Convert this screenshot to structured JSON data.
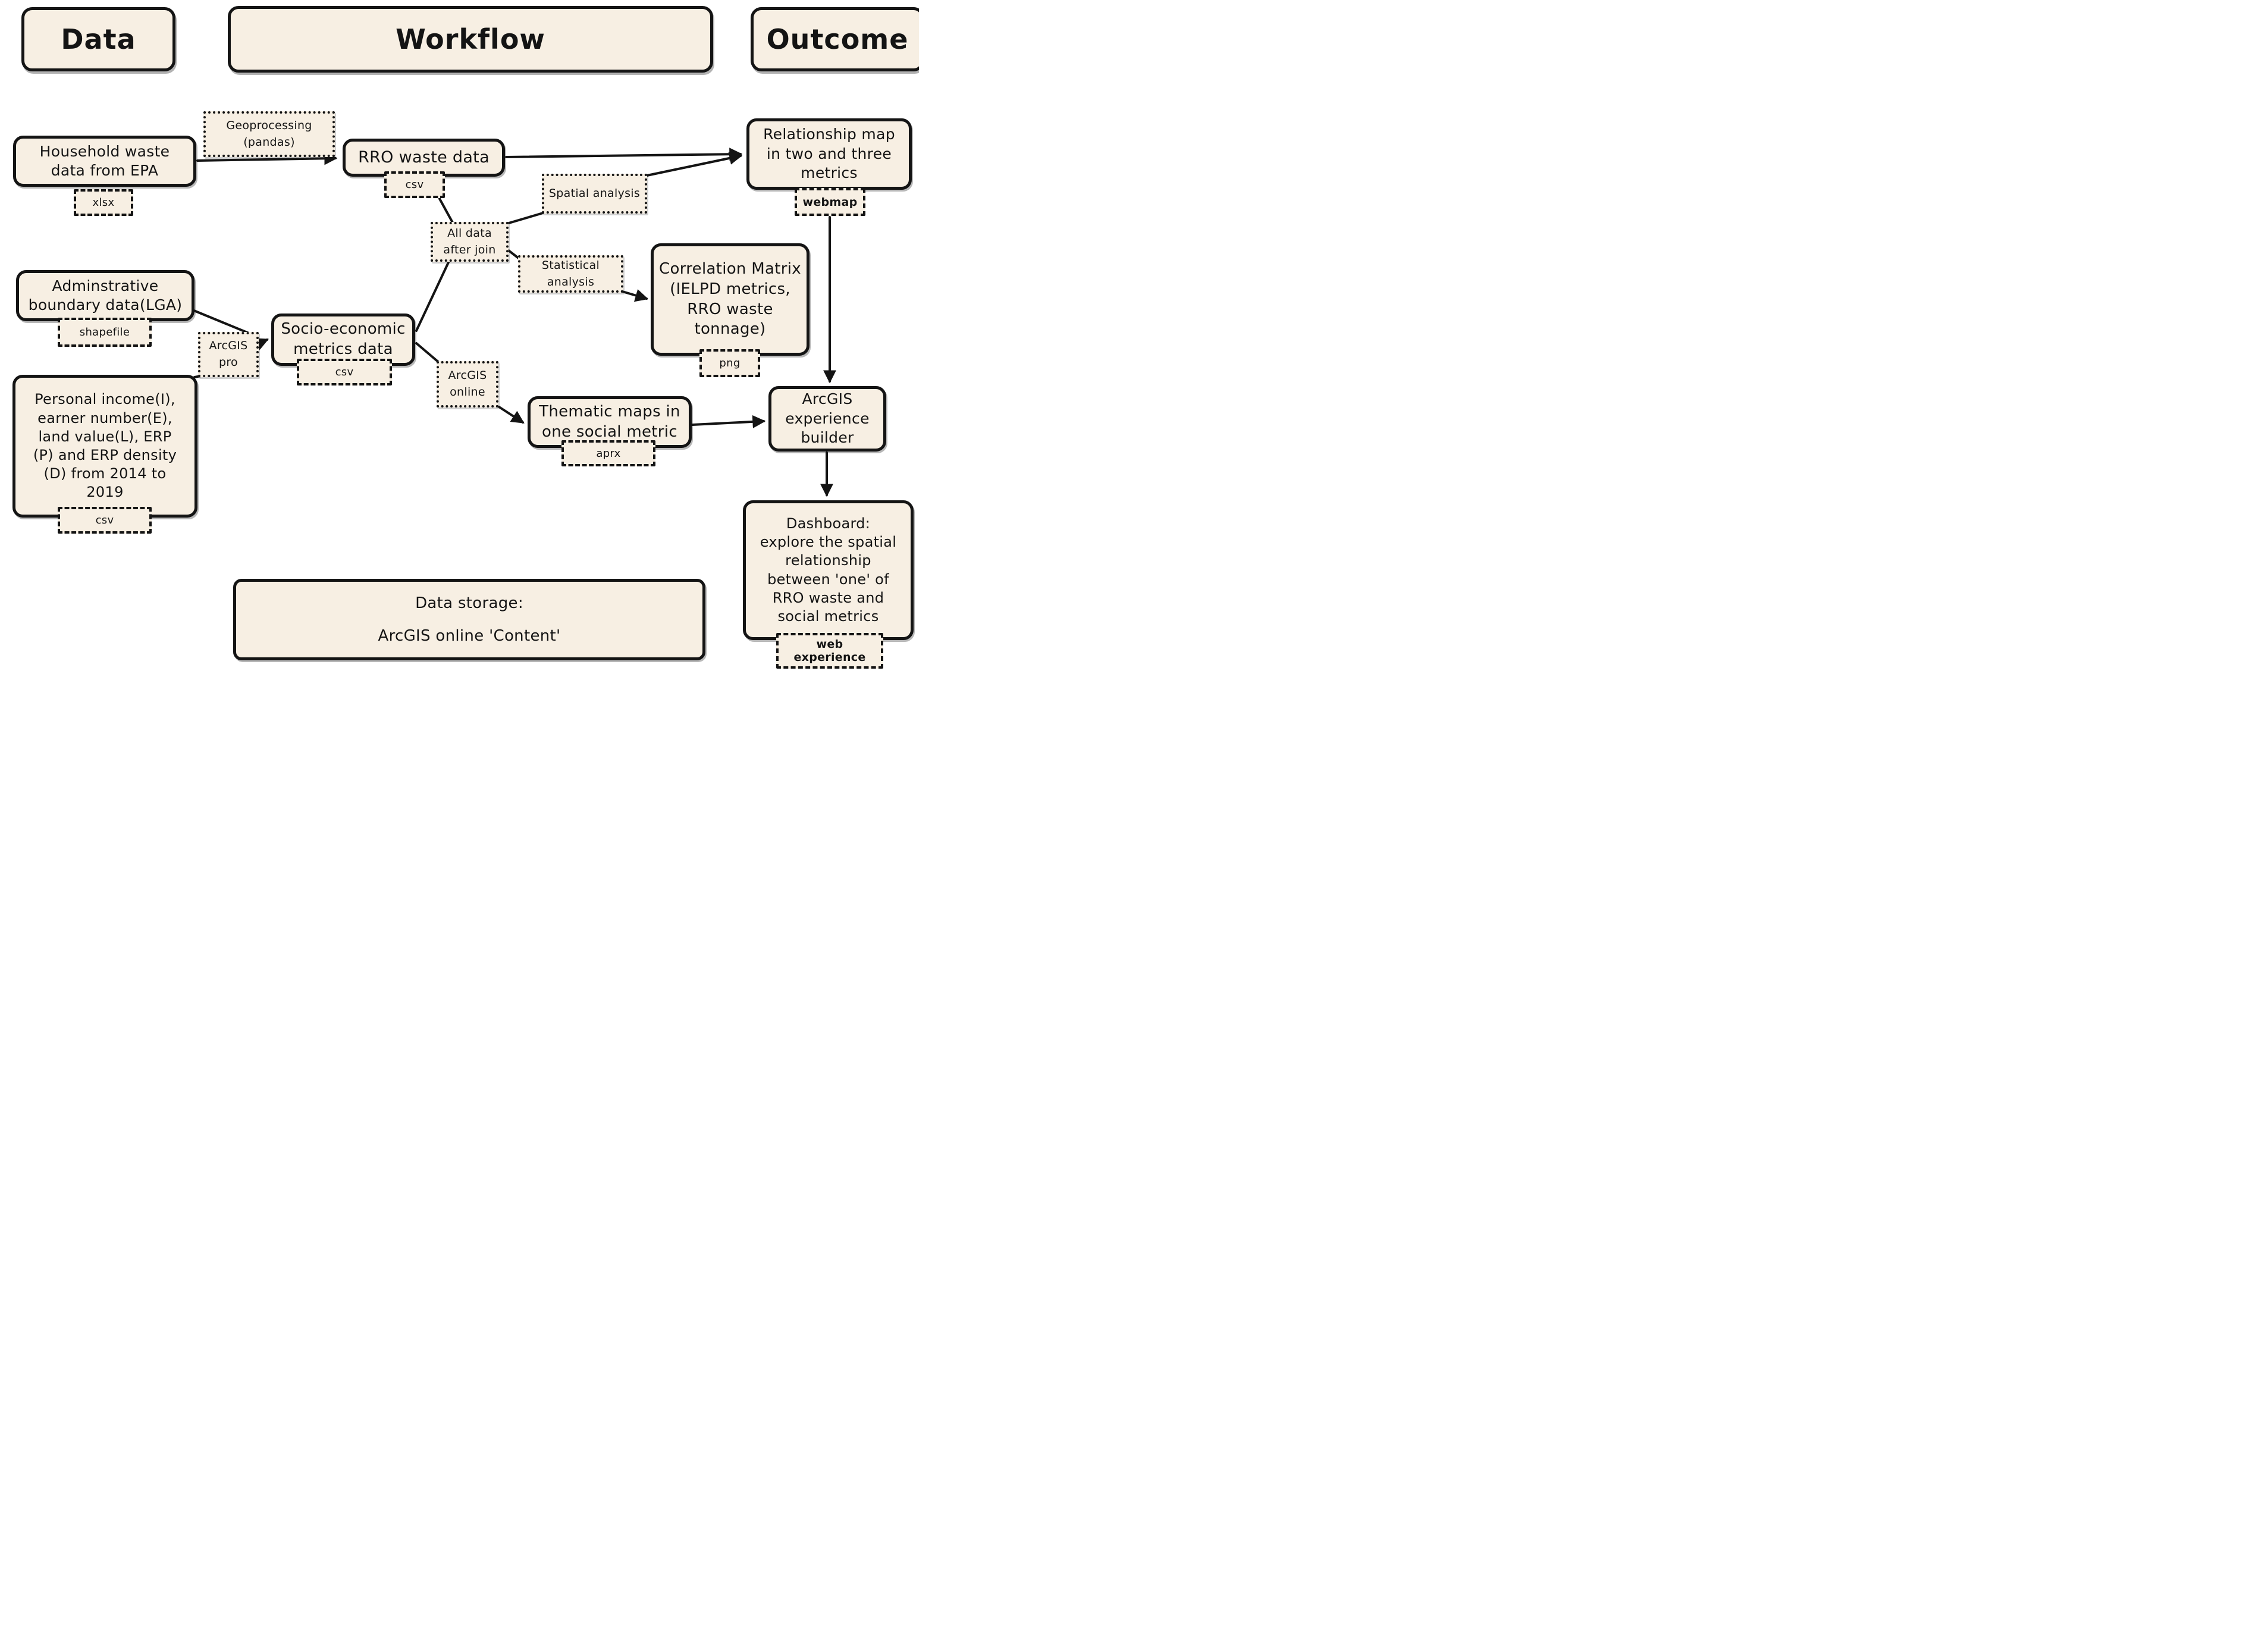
{
  "headers": {
    "data": "Data",
    "workflow": "Workflow",
    "outcome": "Outcome"
  },
  "nodes": {
    "household": {
      "label": "Household waste\ndata from EPA",
      "tag": "xlsx"
    },
    "rro": {
      "label": "RRO waste data",
      "tag": "csv"
    },
    "relationship": {
      "label": "Relationship map\nin two and three\nmetrics",
      "tag": "webmap"
    },
    "correlation": {
      "label": "Correlation Matrix\n(IELPD metrics,\nRRO waste\ntonnage)",
      "tag": "png"
    },
    "admin": {
      "label": "Adminstrative\nboundary data(LGA)",
      "tag": "shapefile"
    },
    "socio": {
      "label": "Socio-economic\nmetrics data",
      "tag": "csv"
    },
    "personal": {
      "label": "Personal income(I),\nearner number(E),\nland value(L), ERP\n(P) and ERP density\n(D) from 2014 to\n2019",
      "tag": "csv"
    },
    "thematic": {
      "label": "Thematic maps in\none social metric",
      "tag": "aprx"
    },
    "builder": {
      "label": "ArcGIS\nexperience\nbuilder"
    },
    "dashboard": {
      "label": "Dashboard:\nexplore the spatial\nrelationship\nbetween 'one' of\nRRO waste and\nsocial metrics",
      "tag": "web experience"
    },
    "storage": {
      "label": "Data storage:\nArcGIS online 'Content'"
    }
  },
  "processes": {
    "geoprocessing": {
      "label": "Geoprocessing\n(pandas)"
    },
    "spatial": {
      "label": "Spatial analysis"
    },
    "alldata": {
      "label": "All data\nafter join"
    },
    "statistical": {
      "label": "Statistical analysis"
    },
    "arcgispro": {
      "label": "ArcGIS\npro"
    },
    "arcgisonline": {
      "label": "ArcGIS\nonline"
    }
  },
  "edges": [
    {
      "from": "household-waste",
      "to": "rro-waste-data",
      "arrow": true
    },
    {
      "from": "rro-waste-data",
      "to": "relationship-map",
      "arrow": true
    },
    {
      "from": "spatial-analysis",
      "to": "relationship-map",
      "arrow": true
    },
    {
      "from": "rro-waste-data-csv",
      "to": "all-data-after-join",
      "arrow": false
    },
    {
      "from": "all-data-after-join",
      "to": "spatial-analysis",
      "arrow": false
    },
    {
      "from": "all-data-after-join",
      "to": "statistical-analysis",
      "arrow": false
    },
    {
      "from": "statistical-analysis",
      "to": "correlation-matrix",
      "arrow": true
    },
    {
      "from": "administrative-boundary",
      "to": "arcgis-pro",
      "arrow": false
    },
    {
      "from": "personal-income",
      "to": "arcgis-pro",
      "arrow": false
    },
    {
      "from": "arcgis-pro",
      "to": "socio-economic-metrics",
      "arrow": true
    },
    {
      "from": "socio-economic-metrics",
      "to": "all-data-after-join",
      "arrow": false
    },
    {
      "from": "socio-economic-metrics",
      "to": "arcgis-online",
      "arrow": false
    },
    {
      "from": "arcgis-online",
      "to": "thematic-maps",
      "arrow": true
    },
    {
      "from": "thematic-maps",
      "to": "experience-builder",
      "arrow": true
    },
    {
      "from": "relationship-map-webmap",
      "to": "experience-builder",
      "arrow": true
    },
    {
      "from": "experience-builder",
      "to": "dashboard",
      "arrow": true
    }
  ],
  "colors": {
    "fill": "#f7efe3",
    "stroke": "#141414",
    "background": "#ffffff"
  }
}
